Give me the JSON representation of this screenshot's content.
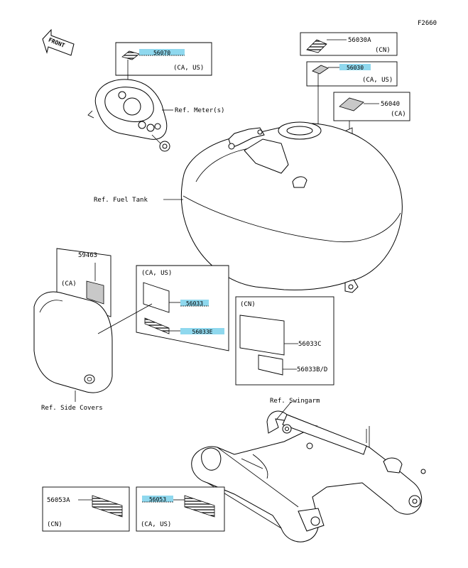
{
  "figure_code": "F2660",
  "front_label": "FRONT",
  "parts": {
    "p56070": "56070",
    "p56030A": "56030A",
    "p56030": "56030",
    "p56040": "56040",
    "p59463": "59463",
    "p56033": "56033",
    "p56033E": "56033E",
    "p56033C": "56033C",
    "p56033BD": "56033B/D",
    "p56053A": "56053A",
    "p56053": "56053"
  },
  "regions": {
    "ca_us": "(CA, US)",
    "cn": "(CN)",
    "ca": "(CA)"
  },
  "refs": {
    "meter": "Ref. Meter(s)",
    "fuel_tank": "Ref. Fuel Tank",
    "side_covers": "Ref. Side Covers",
    "swingarm": "Ref. Swingarm"
  },
  "colors": {
    "highlight": "#8fd8ee",
    "line": "#000000",
    "shade": "#c8c8c8"
  }
}
